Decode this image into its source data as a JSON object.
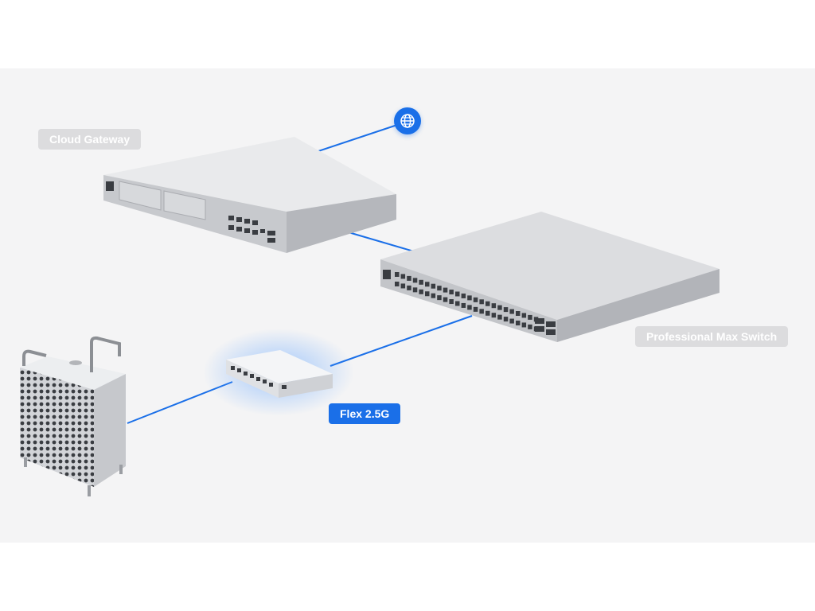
{
  "devices": {
    "cloud_gateway": {
      "label": "Cloud Gateway"
    },
    "pro_max_switch": {
      "label": "Professional Max Switch"
    },
    "flex": {
      "label": "Flex 2.5G"
    }
  },
  "icons": {
    "internet": "globe-icon"
  },
  "colors": {
    "accent": "#1a6fe8",
    "label_gray": "#dcdcde",
    "background": "#f4f4f5",
    "device_silver": "#d9dadd"
  }
}
